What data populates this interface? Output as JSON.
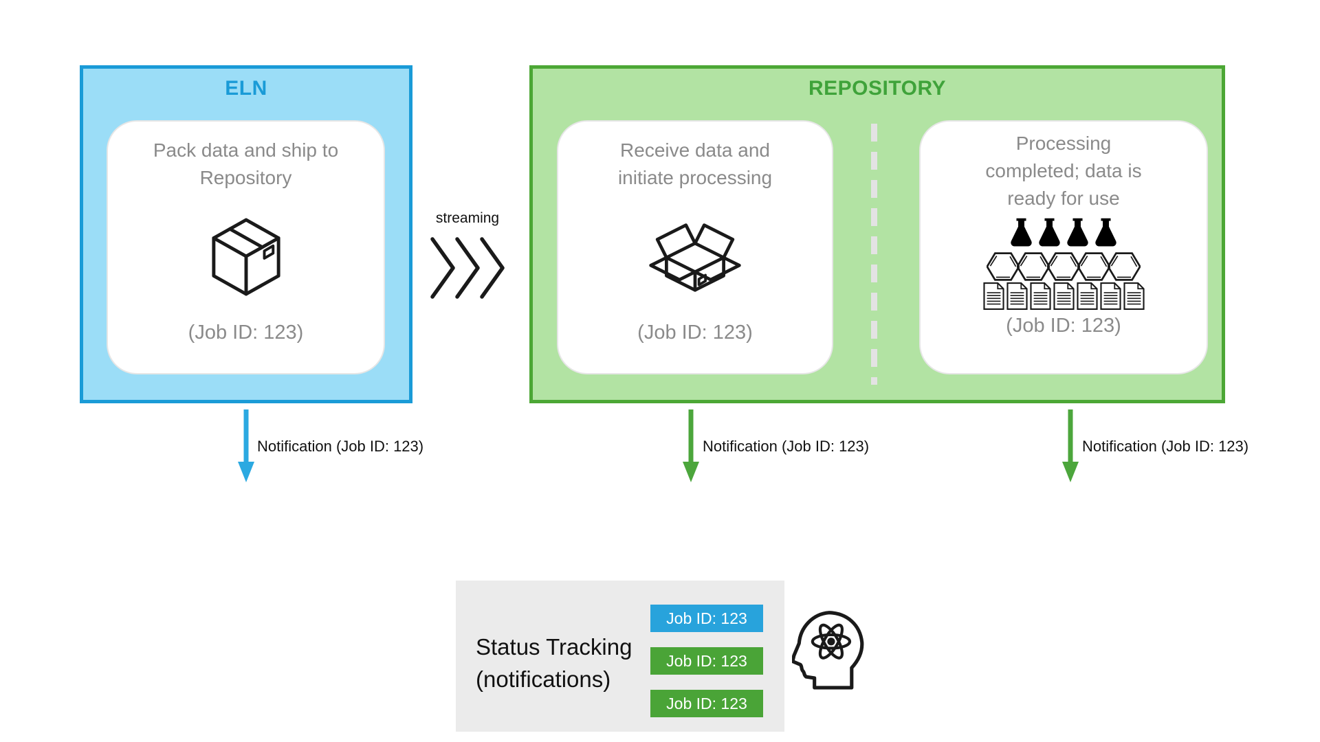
{
  "eln": {
    "title": "ELN",
    "card": {
      "lines": [
        "Pack data and ship to",
        "Repository"
      ],
      "job_id": "(Job ID: 123)"
    }
  },
  "streaming": {
    "label": "streaming"
  },
  "repository": {
    "title": "REPOSITORY",
    "receive_card": {
      "lines": [
        "Receive data and",
        "initiate processing"
      ],
      "job_id": "(Job ID: 123)"
    },
    "processing_card": {
      "lines": [
        "Processing",
        "completed; data is",
        "ready for use"
      ],
      "job_id": "(Job ID: 123)",
      "flask_count": 4,
      "hexagon_count": 5,
      "document_count": 7
    }
  },
  "notifications": [
    {
      "label": "Notification (Job ID: 123)",
      "arrow_color": "#2BA9E1"
    },
    {
      "label": "Notification (Job ID: 123)",
      "arrow_color": "#4CA63C"
    },
    {
      "label": "Notification (Job ID: 123)",
      "arrow_color": "#4CA63C"
    }
  ],
  "status_tracking": {
    "lines": [
      "Status Tracking",
      "(notifications)"
    ],
    "badges": [
      {
        "label": "Job ID: 123",
        "color": "#28A3DC"
      },
      {
        "label": "Job ID: 123",
        "color": "#4AA437"
      },
      {
        "label": "Job ID: 123",
        "color": "#4AA437"
      }
    ]
  },
  "colors": {
    "eln_fill": "#9BDDF7",
    "eln_border": "#1A9BD7",
    "repo_fill": "#B2E3A3",
    "repo_border": "#4CA735",
    "card_text_gray": "#8A8A8A",
    "status_bg": "#EBEBEB"
  }
}
